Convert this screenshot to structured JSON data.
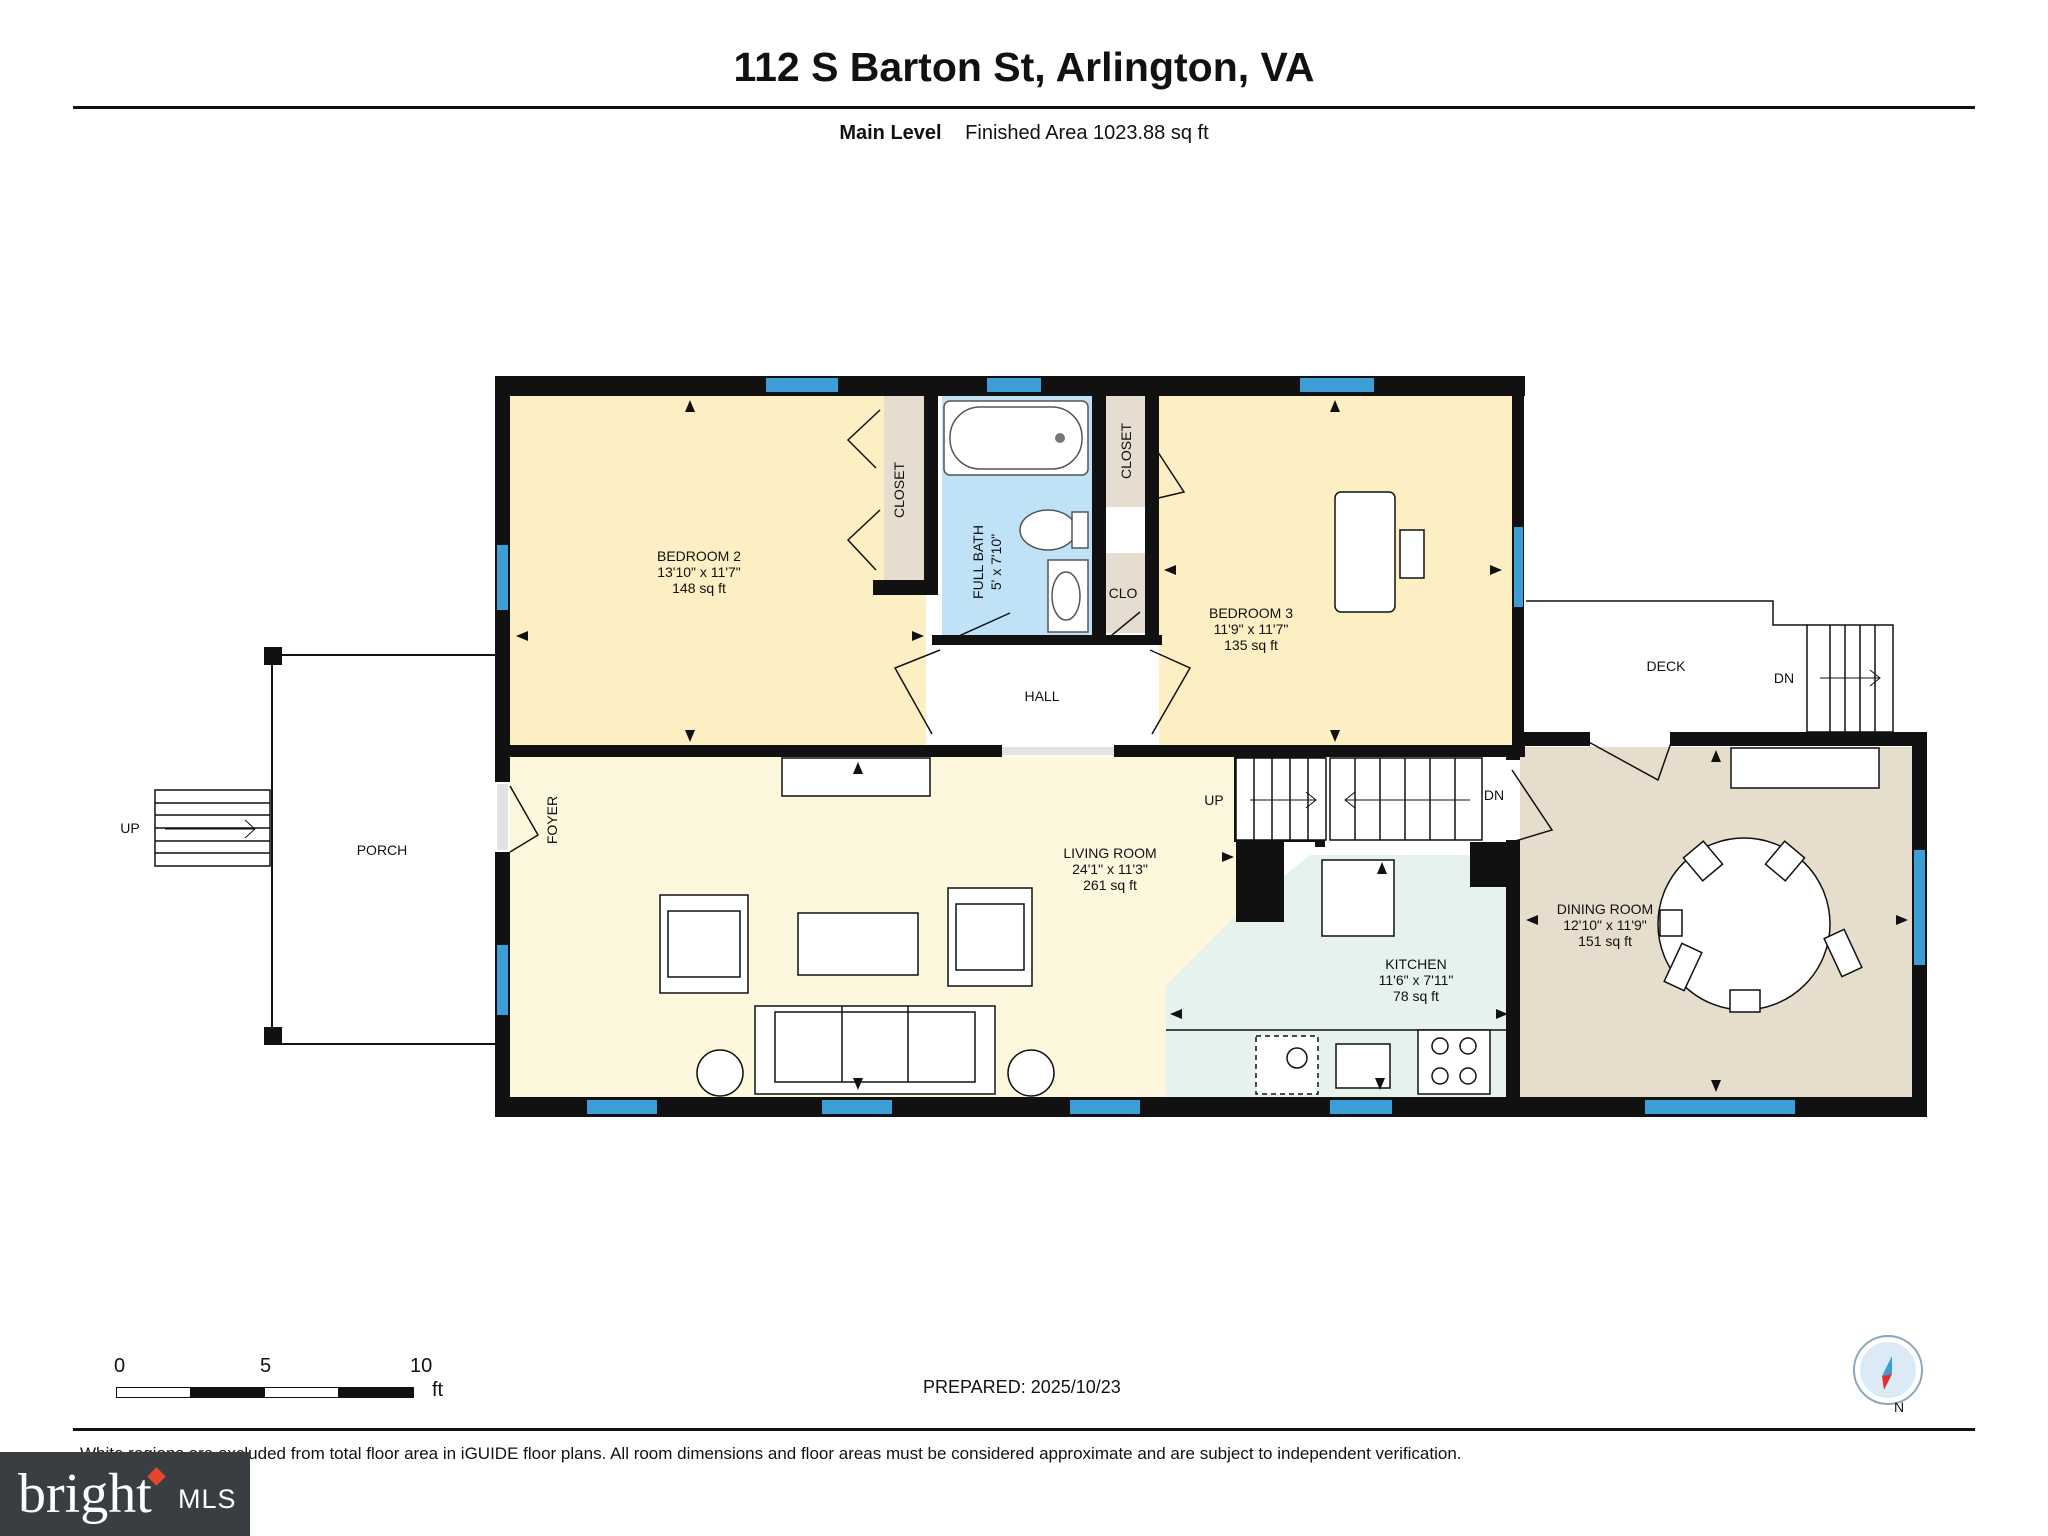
{
  "title": "112 S Barton St, Arlington, VA",
  "subtitle": {
    "level": "Main Level",
    "area": "Finished Area 1023.88 sq ft"
  },
  "rooms": {
    "bedroom2": {
      "name": "BEDROOM 2",
      "dims": "13'10\" x 11'7\"",
      "area": "148 sq ft"
    },
    "bedroom3": {
      "name": "BEDROOM 3",
      "dims": "11'9\" x 11'7\"",
      "area": "135 sq ft"
    },
    "fullbath": {
      "name": "FULL BATH",
      "dims": "5' x 7'10\""
    },
    "living": {
      "name": "LIVING ROOM",
      "dims": "24'1\" x 11'3\"",
      "area": "261 sq ft"
    },
    "kitchen": {
      "name": "KITCHEN",
      "dims": "11'6\" x 7'11\"",
      "area": "78 sq ft"
    },
    "dining": {
      "name": "DINING ROOM",
      "dims": "12'10\" x 11'9\"",
      "area": "151 sq ft"
    },
    "closet1": "CLOSET",
    "closet2": "CLOSET",
    "clo": "CLO",
    "hall": "HALL",
    "foyer": "FOYER",
    "porch": "PORCH",
    "deck": "DECK"
  },
  "stairs": {
    "porch_up": "UP",
    "living_up": "UP",
    "living_dn": "DN",
    "deck_dn": "DN"
  },
  "scale": {
    "labels": [
      "0",
      "5",
      "10"
    ],
    "unit": "ft"
  },
  "prepared": "PREPARED: 2025/10/23",
  "disclaimer": "White regions are excluded from total floor area in iGUIDE floor plans. All room dimensions and floor areas must be considered approximate and are subject to independent verification.",
  "logo": {
    "brand": "bright",
    "suffix": "MLS"
  },
  "compass": {
    "label": "N"
  },
  "colors": {
    "bedroom": "#fcefc4",
    "living": "#fdf7de",
    "bath": "#bfe2f7",
    "kitchen": "#e6f3ec",
    "dining": "#e7ddcc",
    "closet": "#e6ddd0",
    "window": "#3d9dd6",
    "wall": "#111111"
  }
}
